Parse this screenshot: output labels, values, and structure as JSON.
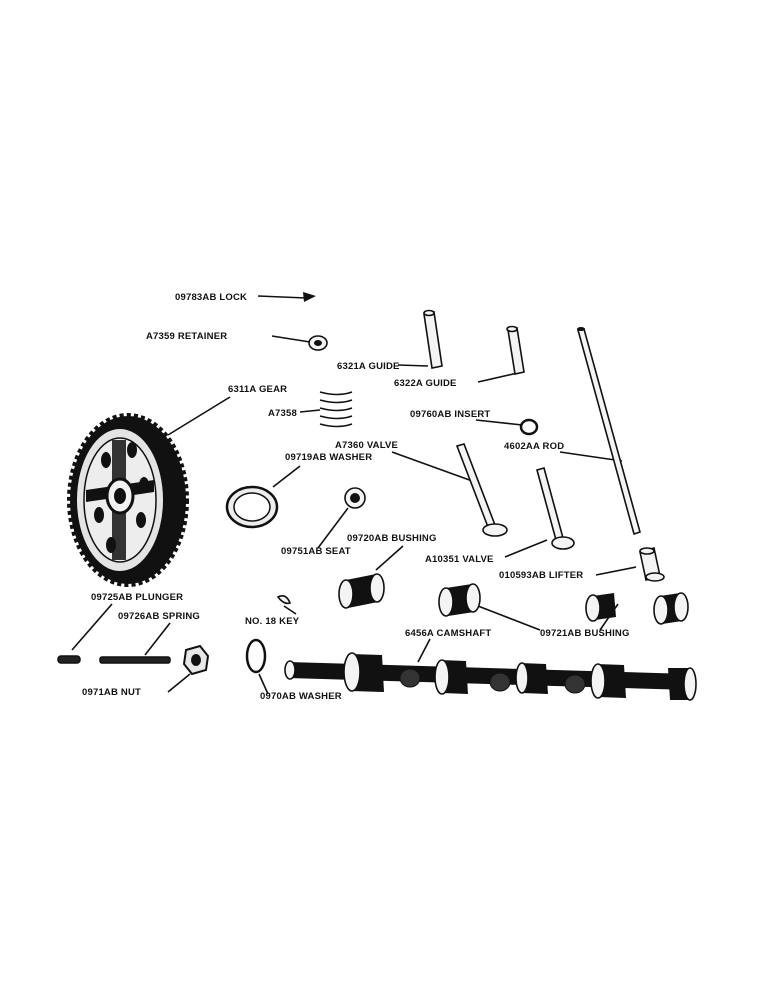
{
  "labels": {
    "lock": "09783AB LOCK",
    "retainer": "A7359  RETAINER",
    "guide_6321": "6321A GUIDE",
    "guide_6322": "6322A GUIDE",
    "gear": "6311A GEAR",
    "spring_a7358": "A7358",
    "insert": "09760AB INSERT",
    "valve_a7360": "A7360 VALVE",
    "washer_09719": "09719AB  WASHER",
    "rod": "4602AA ROD",
    "seat": "09751AB SEAT",
    "bushing_09720": "09720AB  BUSHING",
    "valve_a10351": "A10351  VALVE",
    "lifter": "010593AB LIFTER",
    "plunger": "09725AB PLUNGER",
    "spring_09726": "09726AB SPRING",
    "key": "NO. 18 KEY",
    "camshaft": "6456A CAMSHAFT",
    "bushing_09721": "09721AB BUSHING",
    "nut": "0971AB NUT",
    "washer_0970": "0970AB WASHER"
  },
  "icons": {
    "gear": "gear-icon",
    "camshaft": "camshaft-icon",
    "valve": "valve-icon",
    "rod": "pushrod-icon",
    "spring": "coil-spring-icon",
    "bushing": "bushing-icon"
  },
  "colors": {
    "ink": "#111111",
    "paper": "#ffffff"
  }
}
